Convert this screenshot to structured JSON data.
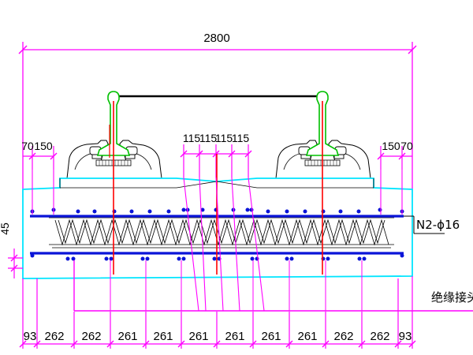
{
  "overall_dimension": "2800",
  "top_left_dims": [
    "70",
    "150"
  ],
  "top_right_dims": [
    "150",
    "70"
  ],
  "center_dims": [
    "115",
    "115",
    "115",
    "115"
  ],
  "side_dim": "45",
  "rebar_label": "N2-ϕ16",
  "insulation_label": "绝缘接头",
  "bottom_dims": [
    "93",
    "262",
    "262",
    "261",
    "261",
    "261",
    "261",
    "261",
    "261",
    "262",
    "262",
    "93"
  ],
  "colors": {
    "dimension": "#ff00ff",
    "slab_outline": "#00e5ff",
    "rebar": "#0a14d8",
    "rail": "#00c000",
    "red": "#ff0000",
    "outline": "#000000"
  }
}
